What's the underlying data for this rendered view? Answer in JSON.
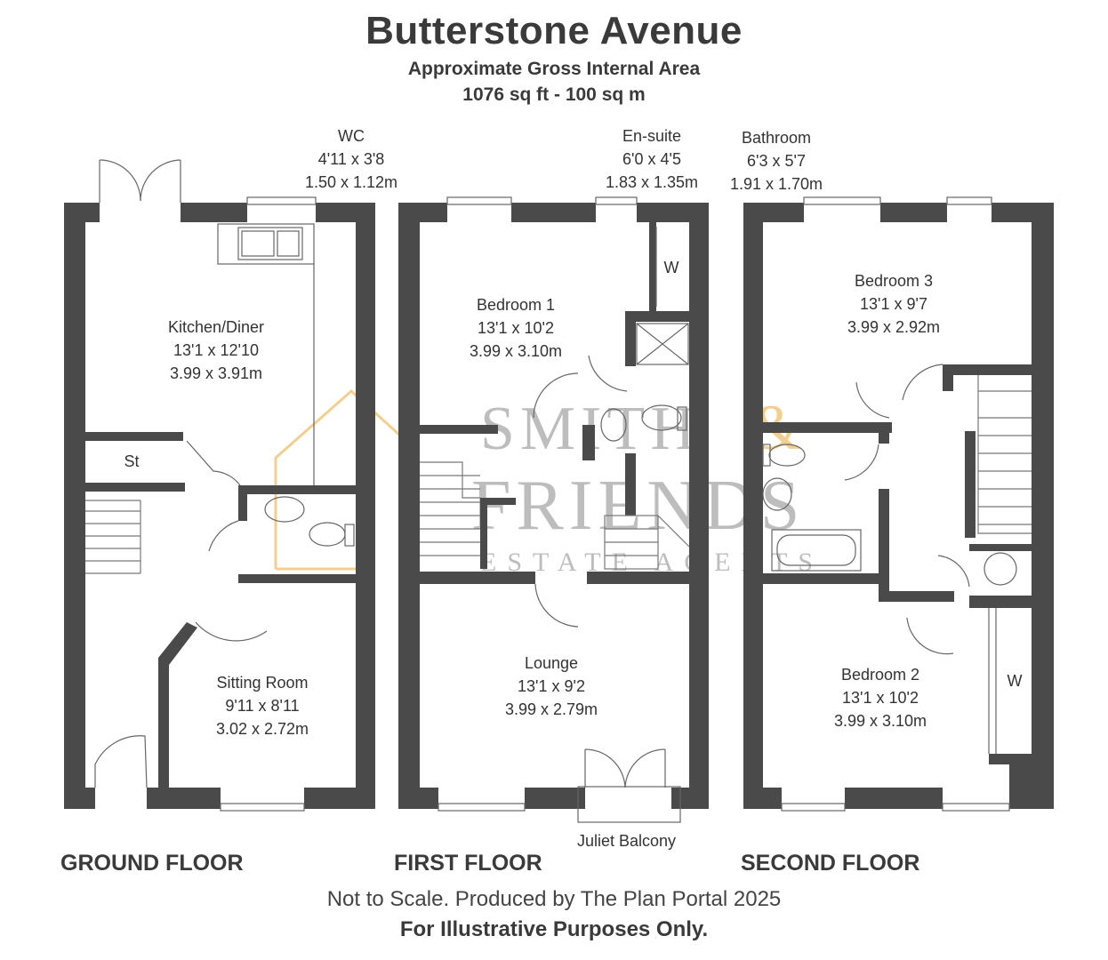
{
  "title": "Butterstone Avenue",
  "subtitle": "Approximate Gross Internal Area",
  "area": "1076 sq ft - 100 sq m",
  "watermark": {
    "line1": "SMITH",
    "amp": "&",
    "line2": "FRIENDS",
    "line3": "ESTATE AGENTS"
  },
  "rooms": {
    "wc": {
      "name": "WC",
      "imperial": "4'11 x 3'8",
      "metric": "1.50 x 1.12m"
    },
    "ensuite": {
      "name": "En-suite",
      "imperial": "6'0 x 4'5",
      "metric": "1.83 x 1.35m"
    },
    "bathroom": {
      "name": "Bathroom",
      "imperial": "6'3 x 5'7",
      "metric": "1.91 x 1.70m"
    },
    "kitchen": {
      "name": "Kitchen/Diner",
      "imperial": "13'1 x 12'10",
      "metric": "3.99 x 3.91m"
    },
    "store": {
      "name": "St"
    },
    "sitting": {
      "name": "Sitting Room",
      "imperial": "9'11 x 8'11",
      "metric": "3.02 x 2.72m"
    },
    "bedroom1": {
      "name": "Bedroom 1",
      "imperial": "13'1 x 10'2",
      "metric": "3.99 x 3.10m"
    },
    "wardrobe1": {
      "name": "W"
    },
    "lounge": {
      "name": "Lounge",
      "imperial": "13'1 x 9'2",
      "metric": "3.99 x 2.79m"
    },
    "balcony": {
      "name": "Juliet Balcony"
    },
    "bedroom3": {
      "name": "Bedroom 3",
      "imperial": "13'1 x 9'7",
      "metric": "3.99 x 2.92m"
    },
    "bedroom2": {
      "name": "Bedroom 2",
      "imperial": "13'1 x 10'2",
      "metric": "3.99 x 3.10m"
    },
    "wardrobe2": {
      "name": "W"
    }
  },
  "floors": {
    "ground": "GROUND FLOOR",
    "first": "FIRST FLOOR",
    "second": "SECOND FLOOR"
  },
  "footer": {
    "line1": "Not to Scale. Produced by The Plan Portal 2025",
    "line2": "For Illustrative Purposes Only."
  },
  "colors": {
    "wall": "#4a4a4a",
    "watermark_text": "#bdbdbd",
    "watermark_house": "#f3cf8f",
    "fixture": "#666666"
  }
}
